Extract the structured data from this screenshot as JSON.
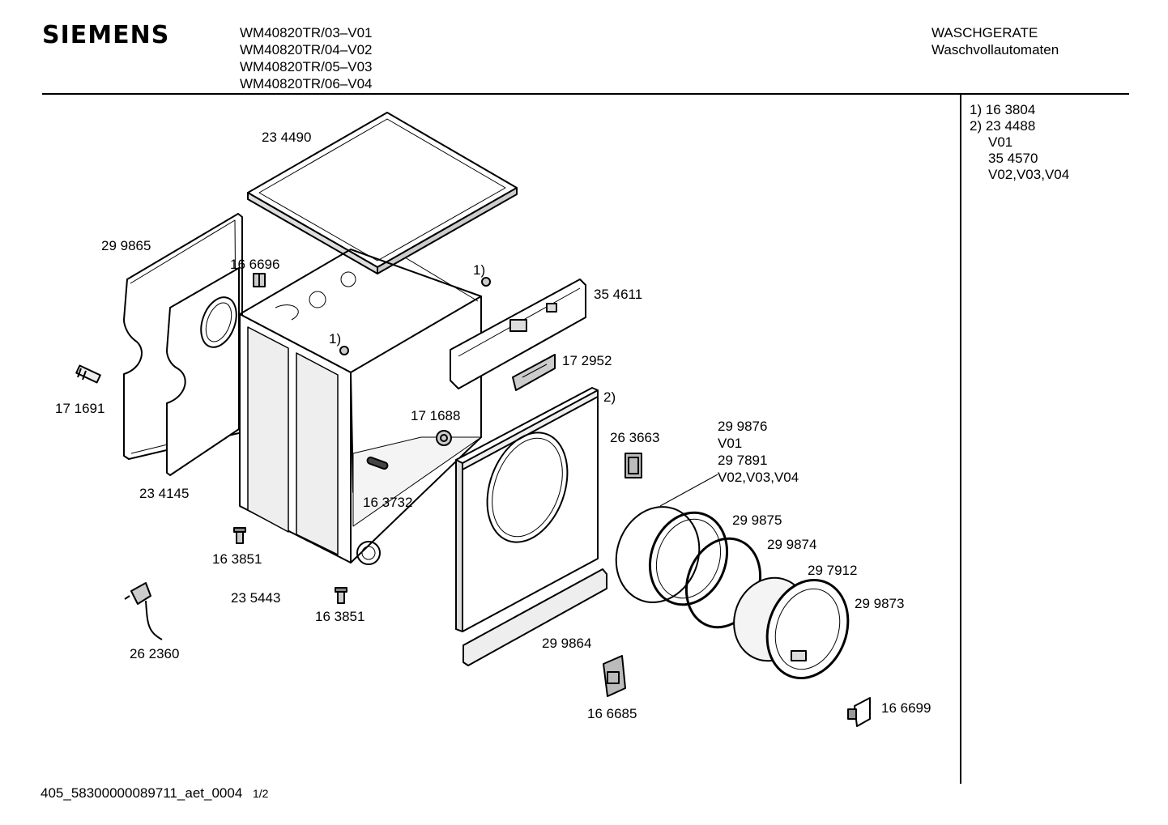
{
  "header": {
    "brand": "SIEMENS",
    "models": [
      "WM40820TR/03–V01",
      "WM40820TR/04–V02",
      "WM40820TR/05–V03",
      "WM40820TR/06–V04"
    ],
    "category": "WASCHGERATE",
    "subcategory": "Waschvollautomaten"
  },
  "legend": {
    "lines": [
      "1) 16 3804",
      "2) 23 4488",
      "V01",
      "35 4570",
      "V02,V03,V04"
    ]
  },
  "parts": {
    "top_cover": "23 4490",
    "rear_seal": "29 9865",
    "bracket": "16 6696",
    "note1_top": "1)",
    "control_bracket": "35 4611",
    "note1_inner": "1)",
    "display_module": "17 2952",
    "hose_connector": "17 1691",
    "foot": "17 1688",
    "note2": "2)",
    "door_lock": "26 3663",
    "door_variant_a": "29 9876",
    "door_variant_a_version": "V01",
    "door_variant_b": "29 7891",
    "door_variant_b_versions": "V02,V03,V04",
    "rear_panel": "23 4145",
    "cable_clip": "16 3732",
    "screw_left": "16 3851",
    "ring_inner": "29 9875",
    "ring_middle": "29 9874",
    "door_glass": "29 7912",
    "door_frame": "29 9873",
    "cabinet": "23 5443",
    "screw_bottom": "16 3851",
    "power_cord": "26 2360",
    "kick_plate": "29 9864",
    "switch": "16 6685",
    "hinge": "16 6699"
  },
  "footer": {
    "doc_id": "405_58300000089711_aet_0004",
    "page": "1/2"
  }
}
